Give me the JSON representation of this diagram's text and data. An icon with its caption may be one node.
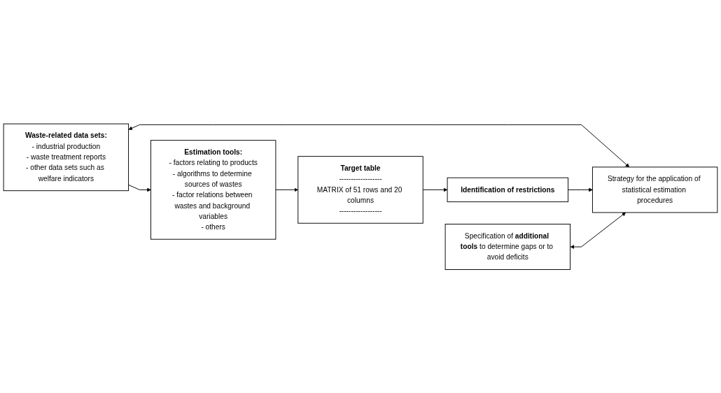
{
  "diagram": {
    "nodes": [
      {
        "text": [
          "Strategy for the application of statistical estimation procedures"
        ]
      },
      {
        "text": [
          "Waste-related data sets:",
          "- industrial production",
          "- waste treatment reports",
          "- other data sets such as welfare indicators"
        ]
      },
      {
        "text": [
          "Estimation tools:",
          "- factors relating to products",
          "- algorithms to determine sources of wastes",
          "- factor relations between wastes and background variables",
          "- others"
        ]
      },
      {
        "text": [
          "Identification of restrictions"
        ]
      },
      {
        "text": [
          "Specification of **additional tools** to determine gaps or to avoid deficits"
        ]
      },
      {
        "text": [
          "Target table",
          "------------------",
          "MATRIX of 51 rows and 20 columns",
          "------------------"
        ]
      }
    ],
    "edges": [
      {
        "from": 1,
        "to": 0,
        "arrow": "both"
      },
      {
        "from": 3,
        "to": 0,
        "arrow": "to"
      },
      {
        "from": 4,
        "to": 0,
        "arrow": "both"
      },
      {
        "from": 1,
        "to": 2,
        "arrow": "to"
      },
      {
        "from": 2,
        "to": 5,
        "arrow": "to"
      },
      {
        "from": 5,
        "to": 3,
        "arrow": "to"
      }
    ]
  }
}
